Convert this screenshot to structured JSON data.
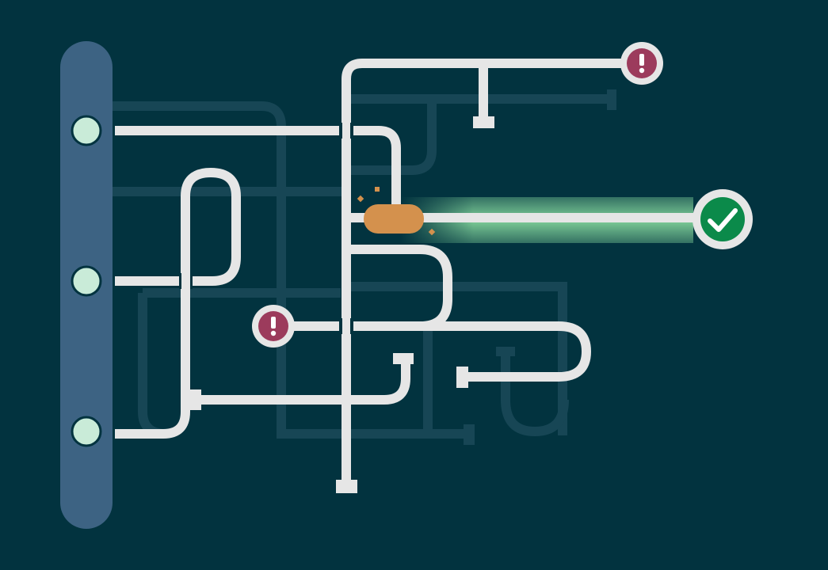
{
  "colors": {
    "background": "#02333f",
    "rail": "#3d6383",
    "pipe": "#e6e6e6",
    "faint_pipe": "#174655",
    "node": "#c9ebd8",
    "glow": "#7fcf98",
    "success": "#0b8a4a",
    "error": "#9c3b5c",
    "blockage": "#d4914d"
  },
  "icons": {
    "success": "check-icon",
    "error": "exclamation-icon"
  },
  "status": {
    "success_count": 1,
    "error_count": 2,
    "input_count": 3
  }
}
